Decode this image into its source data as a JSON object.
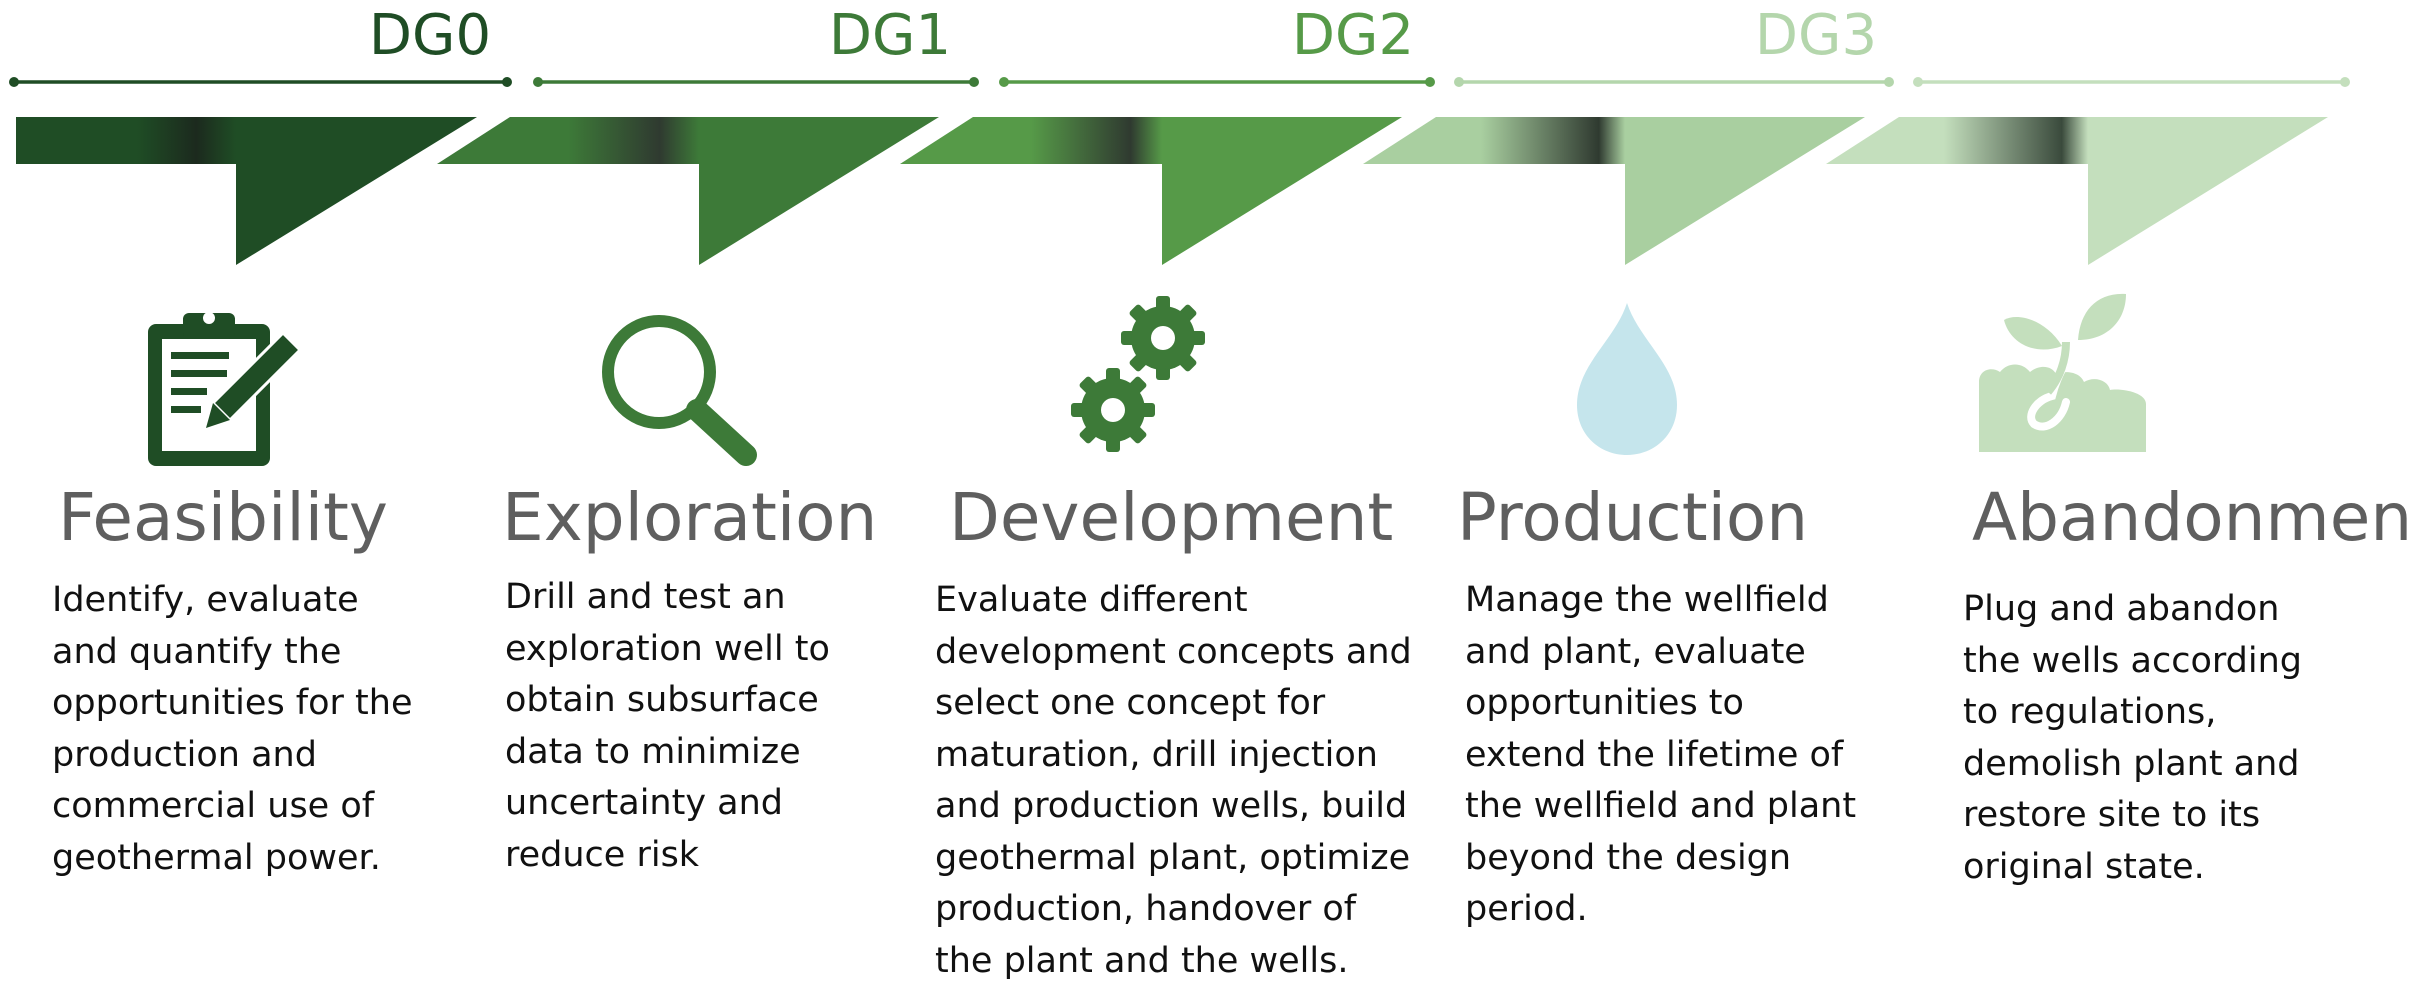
{
  "colors": {
    "phase_1": "#1f4d25",
    "phase_2": "#3d7a38",
    "phase_3": "#569a48",
    "phase_4": "#a9cfa0",
    "phase_5": "#c4dfbd",
    "gradient_dark": "#2f3a30",
    "drop": "#c5e5ec",
    "title_text": "#5f5f5f",
    "body_text": "#111111"
  },
  "gates": [
    {
      "label": "DG0",
      "color": "#1f4d25"
    },
    {
      "label": "DG1",
      "color": "#3d7a38"
    },
    {
      "label": "DG2",
      "color": "#569a48"
    },
    {
      "label": "DG3",
      "color": "#b4d6ac"
    }
  ],
  "phases": [
    {
      "title": "Feasibility",
      "icon": "clipboard-pencil-icon",
      "description": "Identify, evaluate\nand quantify the\nopportunities for the\nproduction and\ncommercial use of\ngeothermal power."
    },
    {
      "title": "Exploration",
      "icon": "magnifying-glass-icon",
      "description": "Drill and test an\nexploration well to\nobtain subsurface\ndata to minimize\nuncertainty and\nreduce risk"
    },
    {
      "title": "Development",
      "icon": "gears-icon",
      "description": "Evaluate different\ndevelopment concepts and\nselect one concept for\nmaturation, drill injection\nand production wells, build\ngeothermal plant, optimize\nproduction, handover of\nthe plant and the wells."
    },
    {
      "title": "Production",
      "icon": "water-drop-icon",
      "description": "Manage the wellfield\nand plant, evaluate\nopportunities to\nextend the lifetime of\nthe wellfield and plant\nbeyond the design\nperiod."
    },
    {
      "title": "Abandonment",
      "icon": "sprout-icon",
      "description": "Plug and abandon\nthe wells according\nto regulations,\ndemolish plant and\nrestore site to its\noriginal state."
    }
  ]
}
